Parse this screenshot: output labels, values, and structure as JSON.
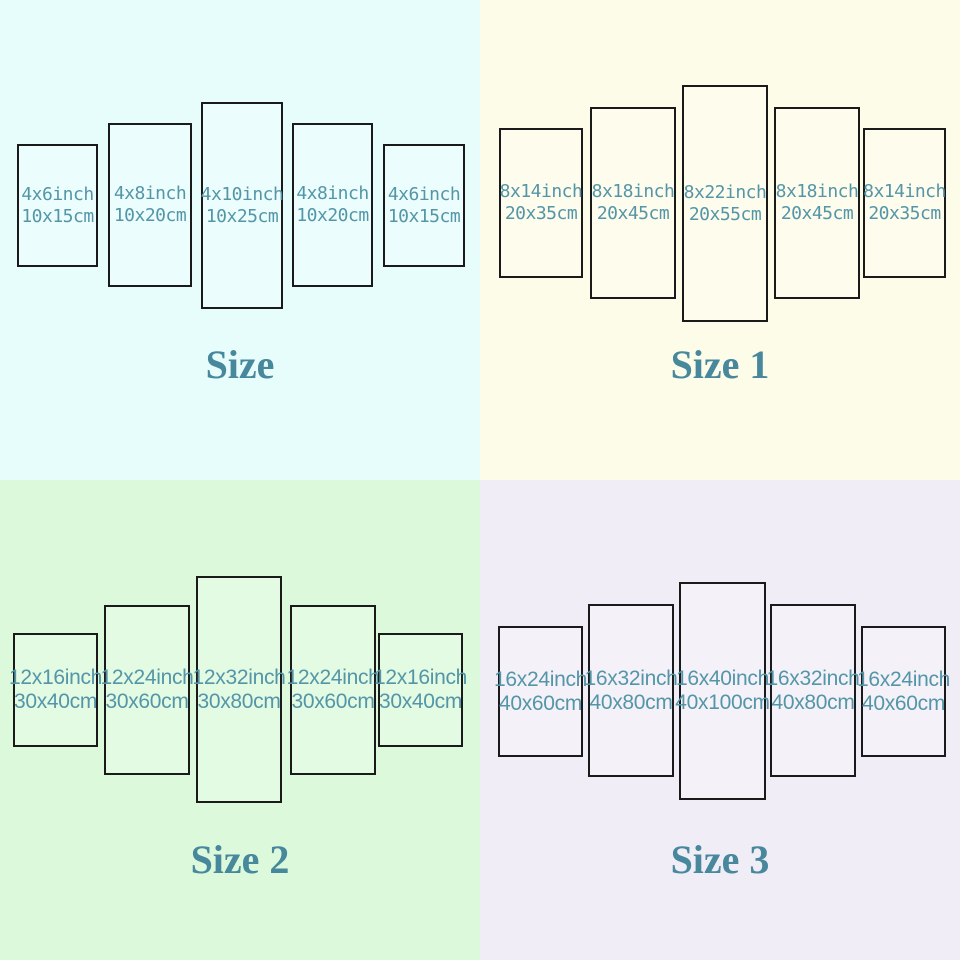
{
  "colors": {
    "border": "#1a1a1a",
    "panel_text": "#5496a8",
    "title_text": "#47889d",
    "bg_size": "#e6fdfb",
    "bg_size1": "#fdfce8",
    "bg_size2": "#dcf9dc",
    "bg_size3": "#f1edf7"
  },
  "quadrants": [
    {
      "title": "Size",
      "bg": "#e6fdfb",
      "panels": [
        {
          "line1": "4x6inch",
          "line2": "10x15cm"
        },
        {
          "line1": "4x8inch",
          "line2": "10x20cm"
        },
        {
          "line1": "4x10inch",
          "line2": "10x25cm"
        },
        {
          "line1": "4x8inch",
          "line2": "10x20cm"
        },
        {
          "line1": "4x6inch",
          "line2": "10x15cm"
        }
      ]
    },
    {
      "title": "Size 1",
      "bg": "#fdfce8",
      "panels": [
        {
          "line1": "8x14inch",
          "line2": "20x35cm"
        },
        {
          "line1": "8x18inch",
          "line2": "20x45cm"
        },
        {
          "line1": "8x22inch",
          "line2": "20x55cm"
        },
        {
          "line1": "8x18inch",
          "line2": "20x45cm"
        },
        {
          "line1": "8x14inch",
          "line2": "20x35cm"
        }
      ]
    },
    {
      "title": "Size 2",
      "bg": "#dcf9dc",
      "panels": [
        {
          "line1": "12x16inch",
          "line2": "30x40cm"
        },
        {
          "line1": "12x24inch",
          "line2": "30x60cm"
        },
        {
          "line1": "12x32inch",
          "line2": "30x80cm"
        },
        {
          "line1": "12x24inch",
          "line2": "30x60cm"
        },
        {
          "line1": "12x16inch",
          "line2": "30x40cm"
        }
      ]
    },
    {
      "title": "Size 3",
      "bg": "#f1edf7",
      "panels": [
        {
          "line1": "16x24inch",
          "line2": "40x60cm"
        },
        {
          "line1": "16x32inch",
          "line2": "40x80cm"
        },
        {
          "line1": "16x40inch",
          "line2": "40x100cm"
        },
        {
          "line1": "16x32inch",
          "line2": "40x80cm"
        },
        {
          "line1": "16x24inch",
          "line2": "40x60cm"
        }
      ]
    }
  ]
}
